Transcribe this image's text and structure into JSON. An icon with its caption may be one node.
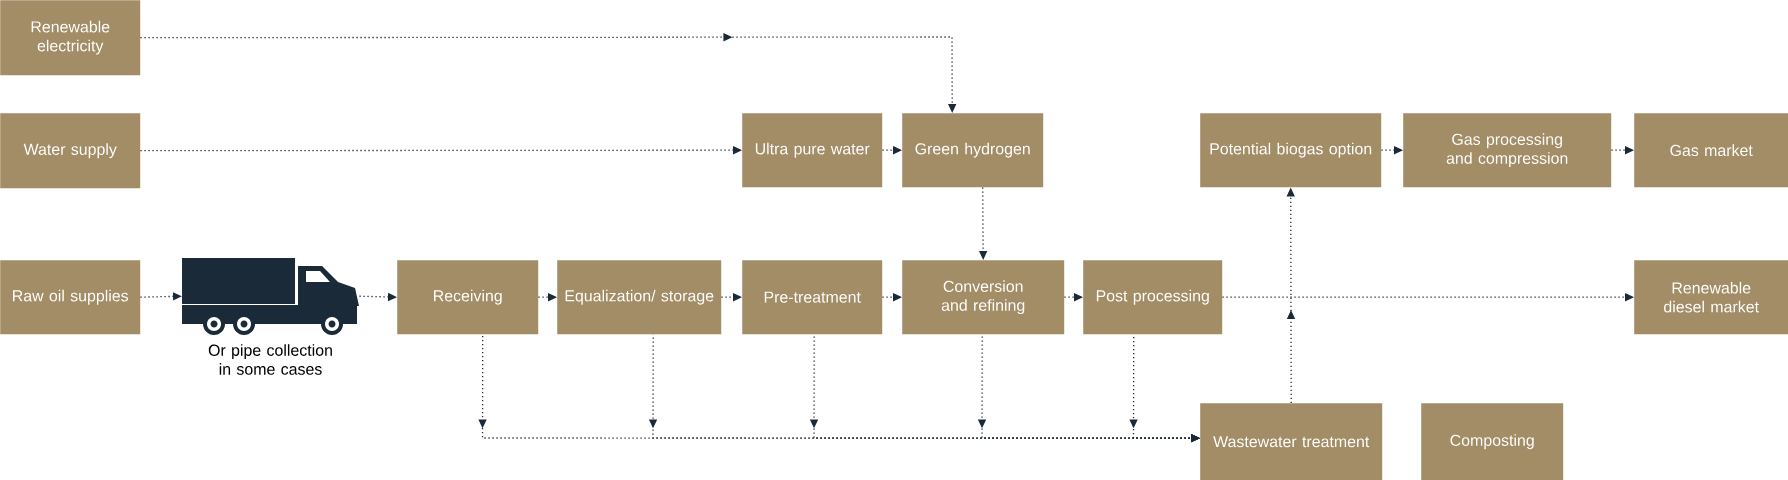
{
  "diagram": {
    "nodes": [
      {
        "text": [
          "Renewable electricity"
        ]
      },
      {
        "text": [
          "Water supply"
        ]
      },
      {
        "text": [
          "Ultra pure water"
        ]
      },
      {
        "text": [
          "Green hydrogen"
        ]
      },
      {
        "text": [
          "Potential biogas option"
        ]
      },
      {
        "text": [
          "Gas processing and compression"
        ]
      },
      {
        "text": [
          "Gas market"
        ]
      },
      {
        "text": [
          "Raw oil supplies"
        ]
      },
      {
        "text": [],
        "shape": "picture",
        "beside": [
          "Or pipe collection in some cases"
        ]
      },
      {
        "text": [
          "Receiving"
        ]
      },
      {
        "text": [
          "Equalization/ storage"
        ]
      },
      {
        "text": [
          "Pre-treatment"
        ]
      },
      {
        "text": [
          "Conversion and refining"
        ]
      },
      {
        "text": [
          "Post processing"
        ]
      },
      {
        "text": [
          "Renewable diesel market"
        ]
      },
      {
        "text": [
          "Wastewater treatment"
        ]
      },
      {
        "text": [
          "Composting"
        ]
      }
    ],
    "edges": [
      {
        "from": 0,
        "to": 3,
        "arrow": "to"
      },
      {
        "from": 1,
        "to": 2,
        "arrow": "to"
      },
      {
        "from": 2,
        "to": 3,
        "arrow": "to"
      },
      {
        "from": 3,
        "to": 12,
        "arrow": "to"
      },
      {
        "from": 4,
        "to": 5,
        "arrow": "to"
      },
      {
        "from": 5,
        "to": 6,
        "arrow": "to"
      },
      {
        "from": 7,
        "to": 8,
        "arrow": "to"
      },
      {
        "from": 8,
        "to": 9,
        "arrow": "to"
      },
      {
        "from": 9,
        "to": 10,
        "arrow": "to"
      },
      {
        "from": 10,
        "to": 11,
        "arrow": "to"
      },
      {
        "from": 11,
        "to": 12,
        "arrow": "to"
      },
      {
        "from": 12,
        "to": 13,
        "arrow": "to"
      },
      {
        "from": 13,
        "to": 14,
        "arrow": "to"
      },
      {
        "from": 9,
        "to": 15,
        "arrow": "to"
      },
      {
        "from": 10,
        "to": 15,
        "arrow": "to"
      },
      {
        "from": 11,
        "to": 15,
        "arrow": "to"
      },
      {
        "from": 12,
        "to": 15,
        "arrow": "to"
      },
      {
        "from": 13,
        "to": 15,
        "arrow": "to"
      },
      {
        "from": 15,
        "to": 4,
        "arrow": "to"
      }
    ]
  }
}
